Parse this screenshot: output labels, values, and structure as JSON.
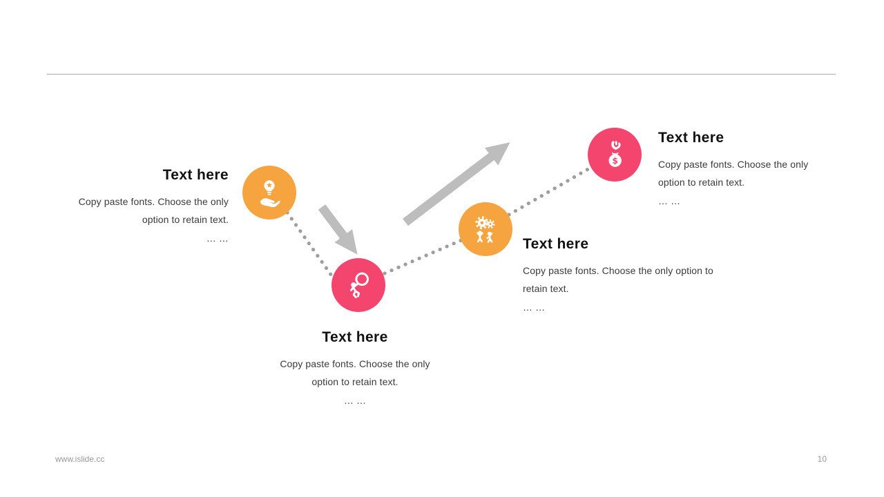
{
  "slide": {
    "colors": {
      "orange": "#F6A440",
      "pink": "#F3456D",
      "arrow": "#BDBDBD",
      "dots": "#9E9E9E",
      "divider": "#A9A9A9",
      "footer": "#999999",
      "heading": "#111111",
      "body": "#3A3A3A"
    },
    "steps": [
      {
        "title": "Text here",
        "body": "Copy paste fonts. Choose the only option to retain text.",
        "ellipsis": "… …",
        "icon": "lightbulb-hand-icon",
        "circle_color": "orange"
      },
      {
        "title": "Text here",
        "body": "Copy paste fonts. Choose the only option to retain text.",
        "ellipsis": "… …",
        "icon": "person-magnifier-icon",
        "circle_color": "pink"
      },
      {
        "title": "Text here",
        "body": "Copy paste fonts. Choose the only option to retain text.",
        "ellipsis": "… …",
        "icon": "people-gears-icon",
        "circle_color": "orange"
      },
      {
        "title": "Text here",
        "body": "Copy paste fonts. Choose the only option to retain text.",
        "ellipsis": "… …",
        "icon": "money-bag-hand-icon",
        "circle_color": "pink"
      }
    ],
    "footer": {
      "website": "www.islide.cc",
      "page_number": "10"
    }
  }
}
